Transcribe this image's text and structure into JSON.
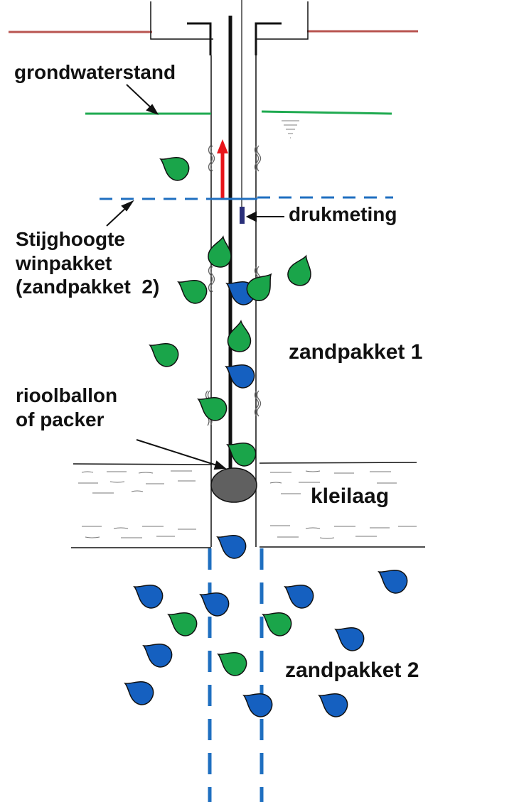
{
  "labels": {
    "grondwaterstand": "grondwaterstand",
    "drukmeting": "drukmeting",
    "stijghoogte": [
      "Stijghoogte",
      "winpakket",
      "(zandpakket  2)"
    ],
    "zandpakket1": "zandpakket 1",
    "rioolballon": [
      "rioolballon",
      "of packer"
    ],
    "kleilaag": "kleilaag",
    "zandpakket2": "zandpakket 2"
  },
  "colors": {
    "surface_line": "#b85450",
    "groundwater_line": "#1faa50",
    "head_line": "#1f6fc0",
    "flow_arrow": "#e8151b",
    "pressure_sensor": "#2a2f7a",
    "packer": "#606060",
    "drop_green": "#1aa54a",
    "drop_blue": "#1560c0",
    "outline": "#111111"
  }
}
